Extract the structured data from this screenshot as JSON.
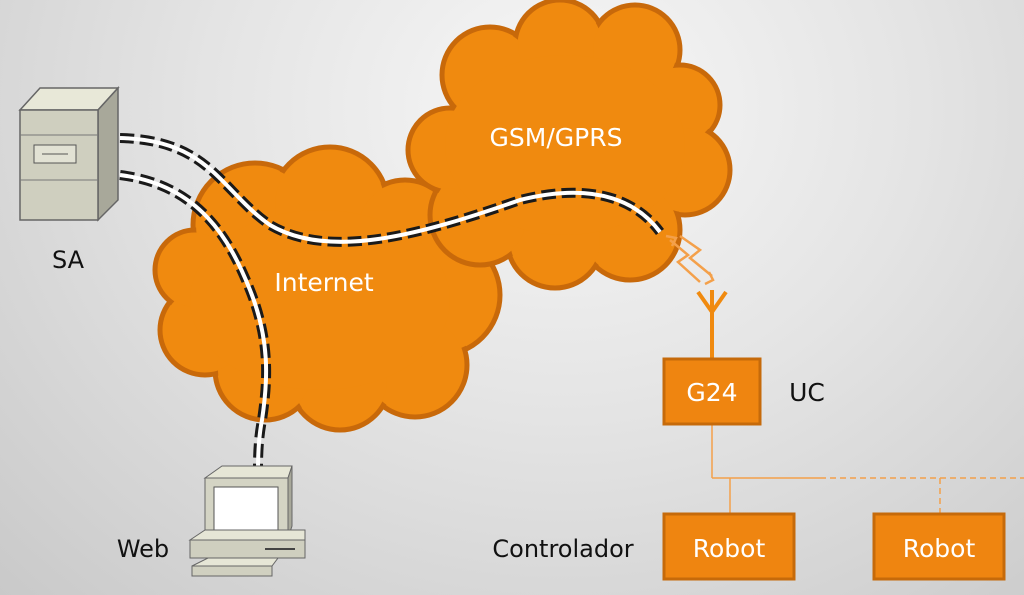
{
  "labels": {
    "server": "SA",
    "internet": "Internet",
    "gsm": "GSM/GPRS",
    "web": "Web",
    "gateway": "G24",
    "uc": "UC",
    "controller": "Controlador",
    "robot1": "Robot",
    "robot2": "Robot"
  },
  "colors": {
    "cloud_fill": "#f08a0f",
    "cloud_stroke": "#c8690a",
    "box_fill": "#ef8510",
    "box_stroke": "#c66a0a",
    "line": "#f4a04a",
    "cable": "#1a1a1a"
  },
  "icons": {
    "server": "server-tower-icon",
    "web": "desktop-computer-icon",
    "antenna": "antenna-icon",
    "wireless": "wireless-signal-icon"
  }
}
